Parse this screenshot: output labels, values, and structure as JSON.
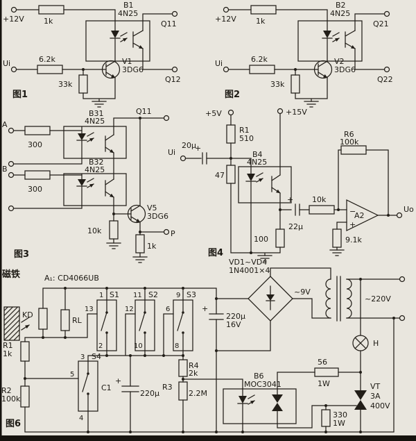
{
  "canvas": {
    "paper": "#e9e6de",
    "ink": "#221e18"
  },
  "figures": {
    "fig1": {
      "caption": "图1",
      "labels": {
        "vcc": "+12V",
        "r_top": "1k",
        "opto_name": "B1",
        "opto_type": "4N25",
        "q_top": "Q11",
        "q_bot": "Q12",
        "input": "Ui",
        "r_in": "6.2k",
        "r_base": "33k",
        "tr_name": "V1",
        "tr_type": "3DG6"
      }
    },
    "fig2": {
      "caption": "图2",
      "labels": {
        "vcc": "+12V",
        "r_top": "1k",
        "opto_name": "B2",
        "opto_type": "4N25",
        "q_top": "Q21",
        "q_bot": "Q22",
        "input": "Ui",
        "r_in": "6.2k",
        "r_base": "33k",
        "tr_name": "V2",
        "tr_type": "3DG6"
      }
    },
    "fig3": {
      "caption": "图3",
      "labels": {
        "in_a": "A",
        "in_b": "B",
        "r_a": "300",
        "r_b": "300",
        "opto1_name": "B31",
        "opto1_type": "4N25",
        "opto2_name": "B32",
        "opto2_type": "4N25",
        "q_top": "Q11",
        "tr_name": "V5",
        "tr_type": "3DG6",
        "r_base": "10k",
        "r_emit": "1k",
        "p": "P"
      }
    },
    "fig4": {
      "caption": "图4",
      "labels": {
        "vcc5": "+5V",
        "vcc15": "+15V",
        "r1_name": "R1",
        "r1_val": "510",
        "c_in": "20μ",
        "c_in_plus": "+",
        "input": "Ui",
        "r_series": "47",
        "opto_name": "B4",
        "opto_type": "4N25",
        "c_out": "22μ",
        "c_out_plus": "+",
        "r_mid": "10k",
        "r_low": "100",
        "r_fb_name": "R6",
        "r_fb_val": "100k",
        "r_plus": "9.1k",
        "amp": "A2",
        "in_minus": "−",
        "in_plus": "+",
        "out": "Uo"
      }
    },
    "fig6": {
      "caption": "图6",
      "labels": {
        "magnet": "磁铁",
        "sensor": "KD",
        "ic": "A₁: CD4066UB",
        "rl": "RL",
        "r1_name": "R1",
        "r1_val": "1k",
        "r2_name": "R2",
        "r2_val": "100k",
        "s1": "S1",
        "s1_p1": "1",
        "s1_p2": "13",
        "s1_p3": "2",
        "s2": "S2",
        "s2_p1": "11",
        "s2_p2": "12",
        "s2_p3": "10",
        "s3": "S3",
        "s3_p1": "9",
        "s3_p2": "6",
        "s3_p3": "8",
        "s4": "S4",
        "s4_p1": "3",
        "s4_p2": "5",
        "s4_p3": "4",
        "c1_name": "C1",
        "c1_plus": "+",
        "c1_val": "220μ",
        "r3_name": "R3",
        "r3_val": "2.2M",
        "r4_name": "R4",
        "r4_val": "2k",
        "bridge_name": "VD1~VD4",
        "bridge_type": "1N4001×4",
        "ac_low": "~9V",
        "ac_high": "~220V",
        "cf_plus": "+",
        "cf_val": "220μ",
        "cf_v": "16V",
        "opto_name": "B6",
        "opto_type": "MOC3041",
        "r56": "56",
        "r56_w": "1W",
        "r330": "330",
        "r330_w": "1W",
        "triac_name": "VT",
        "triac_i": "3A",
        "triac_v": "400V",
        "lamp": "H"
      }
    }
  }
}
